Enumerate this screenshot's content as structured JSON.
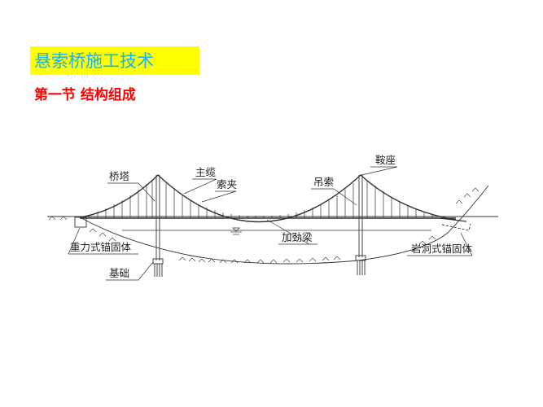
{
  "slide": {
    "title": "悬索桥施工技术",
    "subtitle": "第一节  结构组成",
    "title_bg_color": "#ffff00",
    "title_text_color": "#14b4e8",
    "subtitle_color": "#ff0000"
  },
  "diagram": {
    "labels": {
      "tower": "桥塔",
      "main_cable": "主缆",
      "cable_clamp": "索夹",
      "hanger": "吊索",
      "saddle": "鞍座",
      "stiffening_girder": "加劲梁",
      "gravity_anchorage": "重力式锚固体",
      "tunnel_anchorage": "岩洞式锚固体",
      "foundation": "基础"
    }
  }
}
